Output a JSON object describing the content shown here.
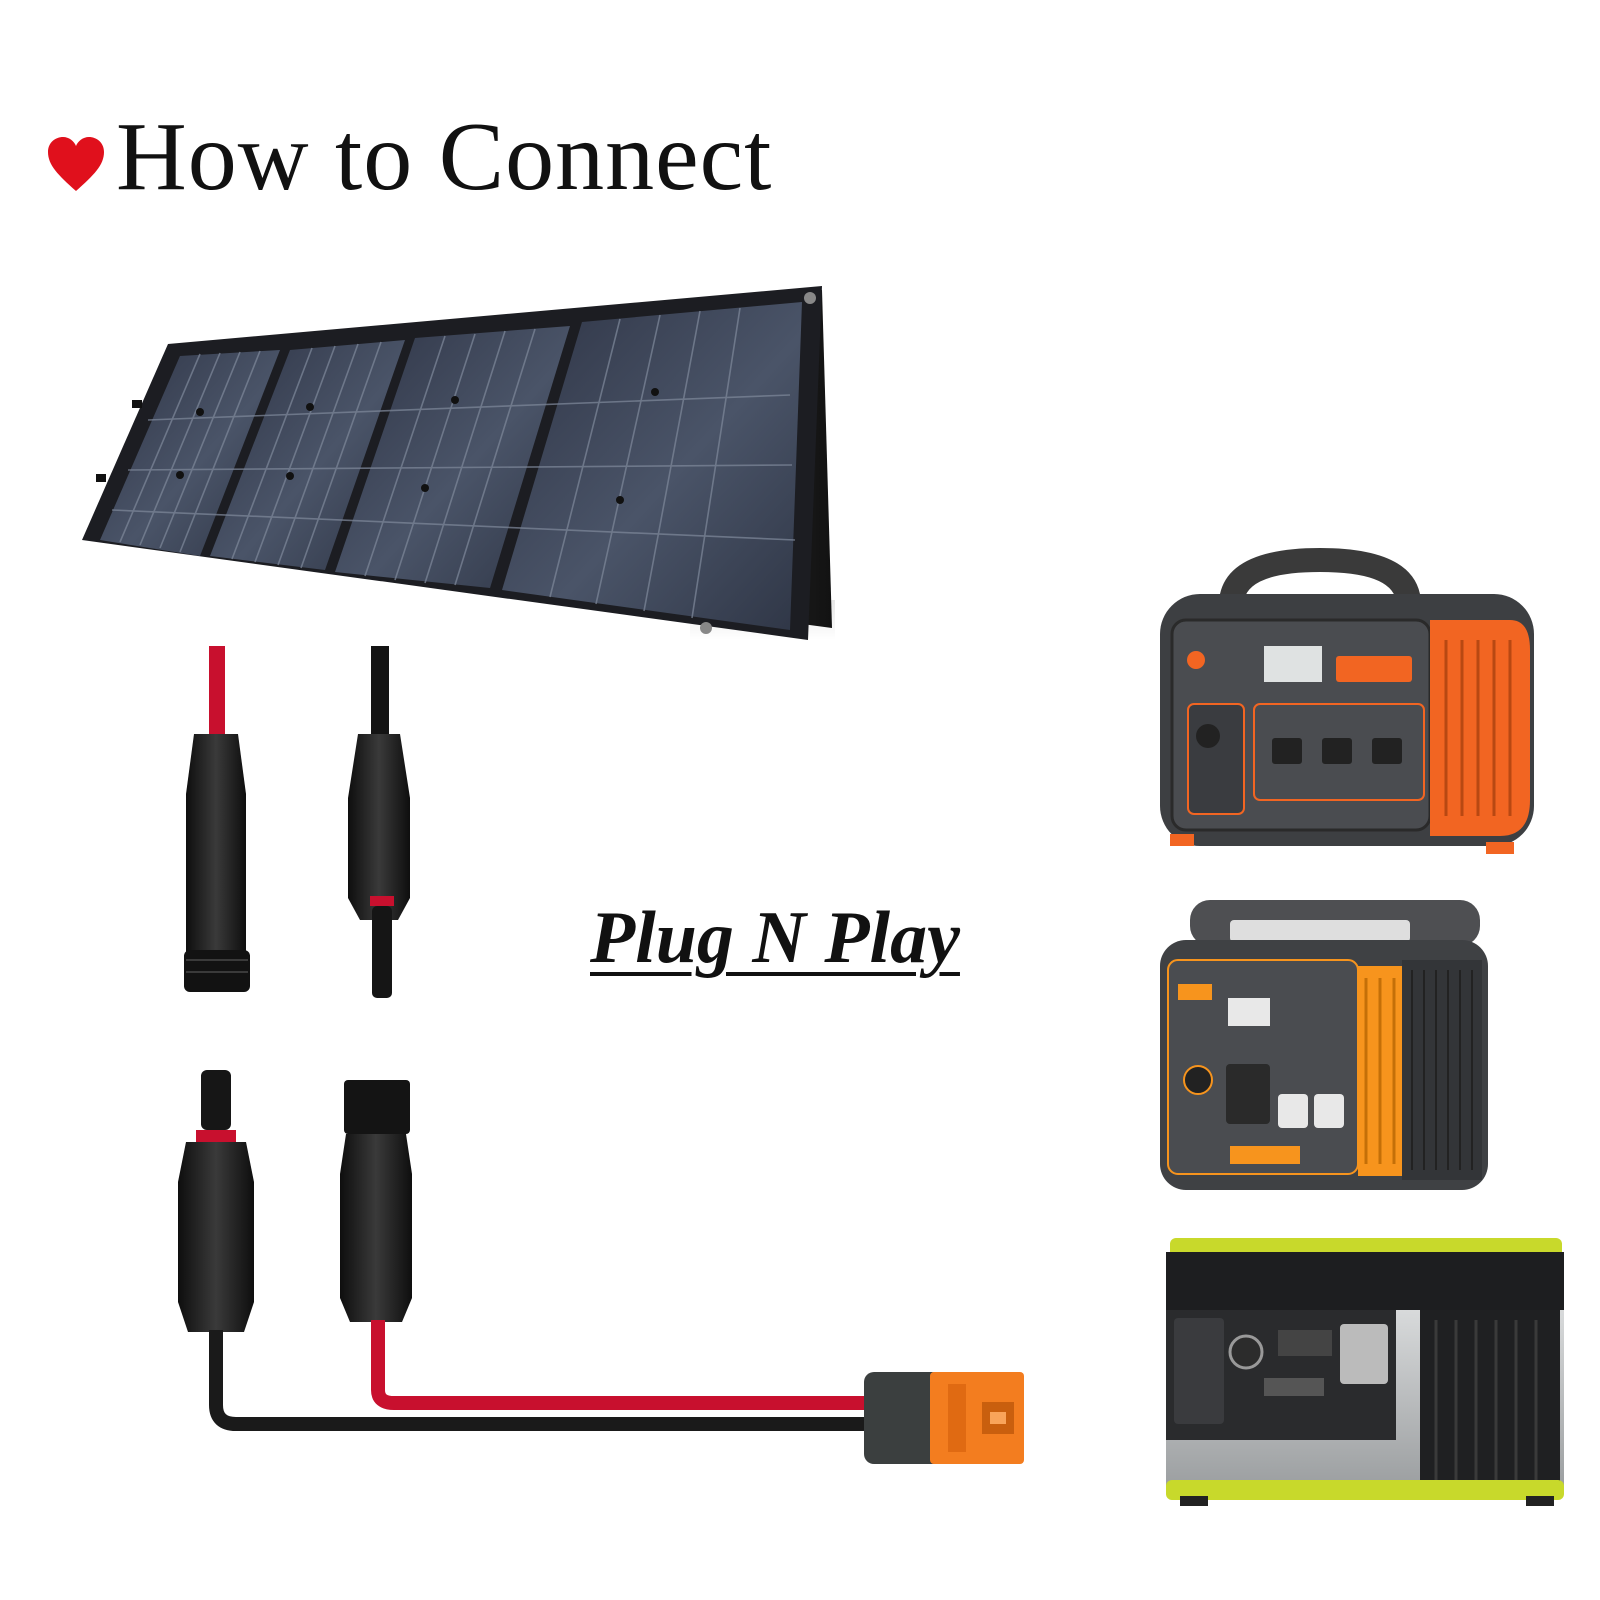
{
  "header": {
    "title": "How to Connect",
    "bullet_icon": "heart-icon"
  },
  "tagline": "Plug N Play",
  "colors": {
    "heart": "#e0101c",
    "panel_frame": "#1e1f24",
    "panel_cell": "#3b4456",
    "wire_red": "#c8102e",
    "wire_black": "#1a1a1a",
    "connector_orange": "#f37d1f",
    "station1_accent": "#f26522",
    "station2_accent": "#f7941d",
    "station3_accent": "#c8d92b"
  },
  "images": {
    "solar_panel": "foldable-solar-panel",
    "mc4_connectors": "mc4-connector-pairs",
    "cable": "mc4-to-xt60-adapter-cable",
    "station_1": "portable-power-station-orange-side",
    "station_2": "portable-power-station-yellow-side",
    "station_3": "portable-power-station-silver-green"
  }
}
